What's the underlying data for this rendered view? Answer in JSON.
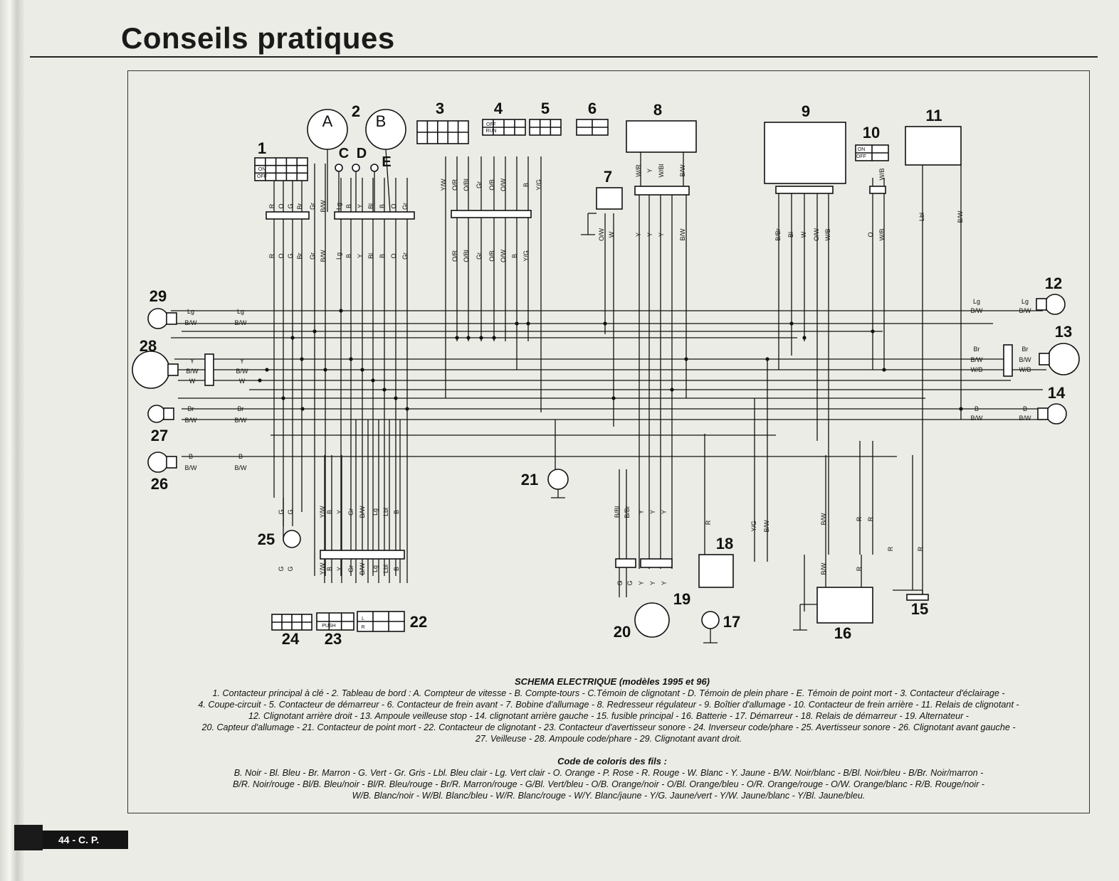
{
  "page": {
    "title": "Conseils pratiques",
    "footer": "44 - C. P."
  },
  "diagram": {
    "caption": "SCHEMA ELECTRIQUE (modèles 1995 et 96)",
    "legend_lines": [
      "1. Contacteur principal à clé - 2. Tableau de bord : A. Compteur de vitesse - B. Compte-tours - C.Témoin de clignotant - D. Témoin de plein phare - E. Témoin de point mort - 3. Contacteur d'éclairage -",
      "4. Coupe-circuit - 5. Contacteur de démarreur - 6. Contacteur de frein avant - 7. Bobine d'allumage - 8. Redresseur régulateur - 9. Boîtier d'allumage - 10. Contacteur de frein arrière - 11. Relais de clignotant -",
      "12. Clignotant arrière droit - 13. Ampoule veilleuse stop - 14. clignotant arrière gauche - 15. fusible principal - 16. Batterie - 17. Démarreur - 18. Relais de démarreur - 19. Alternateur -",
      "20. Capteur d'allumage - 21. Contacteur de point mort - 22. Contacteur de clignotant - 23. Contacteur d'avertisseur sonore - 24. Inverseur code/phare - 25. Avertisseur sonore - 26. Clignotant avant gauche -",
      "27. Veilleuse - 28. Ampoule code/phare - 29. Clignotant avant droit."
    ],
    "colors_title": "Code de coloris des fils :",
    "colors_lines": [
      "B. Noir - Bl. Bleu - Br. Marron - G. Vert - Gr. Gris - Lbl. Bleu clair - Lg. Vert clair - O. Orange - P. Rose - R. Rouge - W. Blanc - Y. Jaune - B/W. Noir/blanc - B/Bl. Noir/bleu - B/Br. Noir/marron -",
      "B/R. Noir/rouge - Bl/B. Bleu/noir - Bl/R. Bleu/rouge - Br/R. Marron/rouge - G/Bl. Vert/bleu - O/B. Orange/noir - O/Bl. Orange/bleu - O/R. Orange/rouge - O/W. Orange/blanc - R/B. Rouge/noir -",
      "W/B. Blanc/noir - W/Bl. Blanc/bleu - W/R. Blanc/rouge - W/Y. Blanc/jaune - Y/G. Jaune/vert - Y/W. Jaune/blanc - Y/Bl. Jaune/bleu."
    ],
    "numbers": [
      "1",
      "2",
      "3",
      "4",
      "5",
      "6",
      "7",
      "8",
      "9",
      "10",
      "11",
      "12",
      "13",
      "14",
      "15",
      "16",
      "17",
      "18",
      "19",
      "20",
      "21",
      "22",
      "23",
      "24",
      "25",
      "26",
      "27",
      "28",
      "29"
    ],
    "gauges": [
      "A",
      "B",
      "C",
      "D",
      "E"
    ],
    "wire_labels_c1": [
      "R",
      "O",
      "G",
      "Br",
      "Gr",
      "B/W"
    ],
    "wire_labels_c2": [
      "Lg",
      "B",
      "Y",
      "Bl",
      "B",
      "O",
      "Gr"
    ],
    "wire_labels_c3": [
      "Y/W",
      "O/R",
      "O/Bl",
      "Gr",
      "O/B",
      "O/W",
      "B",
      "Y/G"
    ],
    "wire_labels_c8": [
      "W/R",
      "Y",
      "W/Bl",
      "B/W"
    ],
    "wire_labels_c9": [
      "B/Br",
      "Bl",
      "W",
      "O/W",
      "W/B"
    ],
    "wire_labels_c10": [
      "O",
      "W/B"
    ],
    "wire_labels_c11": [
      "Lbl",
      "B/W"
    ],
    "wire_labels_c7": [
      "O/W",
      "W"
    ],
    "wire_labels_right": [
      "Lg",
      "B/W",
      "Br",
      "B/W",
      "W/B",
      "B",
      "B/W"
    ],
    "wire_labels_left": [
      "Lg",
      "B/W",
      "Y",
      "B/W",
      "W",
      "Br",
      "B/W",
      "B",
      "B/W"
    ],
    "wire_labels_bottom": [
      "G",
      "G",
      "Y/W",
      "B",
      "Y",
      "Gr",
      "B/W",
      "Lg",
      "Lbl",
      "B"
    ],
    "wire_labels_alt": [
      "B/Bl",
      "B/Br",
      "Y",
      "Y",
      "Y",
      "G",
      "G",
      "Y",
      "Y",
      "Y"
    ],
    "wire_labels_batt": [
      "B/W",
      "B/W",
      "R",
      "R",
      "R",
      "R",
      "R",
      "Y/G",
      "B/W"
    ],
    "switch_labels": [
      "ON",
      "OFF",
      "RUN",
      "PUSH",
      "L",
      "R"
    ]
  }
}
